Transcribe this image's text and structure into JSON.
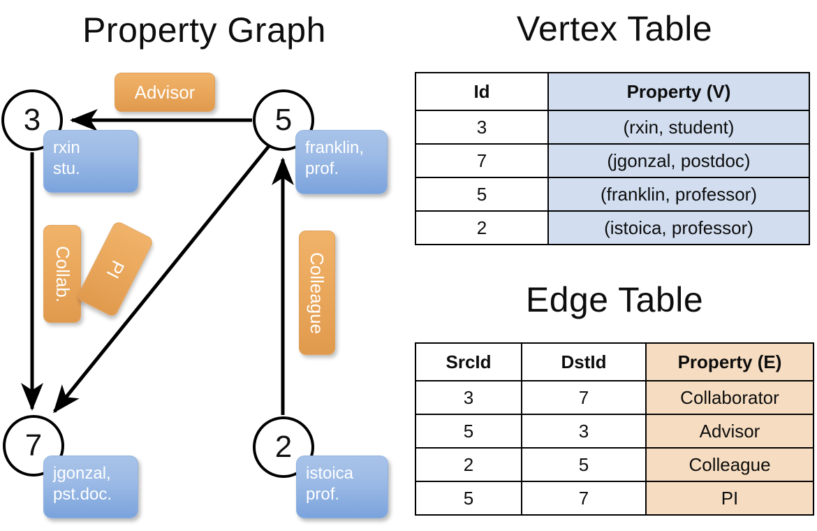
{
  "titles": {
    "property_graph": "Property Graph",
    "vertex_table": "Vertex Table",
    "edge_table": "Edge Table"
  },
  "graph": {
    "nodes": [
      {
        "id": "3",
        "label": "3",
        "property_line1": "rxin",
        "property_line2": "stu."
      },
      {
        "id": "5",
        "label": "5",
        "property_line1": "franklin,",
        "property_line2": "prof."
      },
      {
        "id": "7",
        "label": "7",
        "property_line1": "jgonzal,",
        "property_line2": "pst.doc."
      },
      {
        "id": "2",
        "label": "2",
        "property_line1": "istoica",
        "property_line2": "prof."
      }
    ],
    "edge_labels": [
      {
        "name": "advisor",
        "text": "Advisor",
        "orientation": "horizontal"
      },
      {
        "name": "collab",
        "text": "Collab.",
        "orientation": "vertical"
      },
      {
        "name": "pi",
        "text": "PI",
        "orientation": "diagonal"
      },
      {
        "name": "colleague",
        "text": "Colleague",
        "orientation": "vertical"
      }
    ]
  },
  "vertex_table": {
    "headers": [
      "Id",
      "Property (V)"
    ],
    "rows": [
      {
        "id": "3",
        "property": "(rxin, student)"
      },
      {
        "id": "7",
        "property": "(jgonzal, postdoc)"
      },
      {
        "id": "5",
        "property": "(franklin, professor)"
      },
      {
        "id": "2",
        "property": "(istoica, professor)"
      }
    ]
  },
  "edge_table": {
    "headers": [
      "SrcId",
      "DstId",
      "Property (E)"
    ],
    "rows": [
      {
        "src": "3",
        "dst": "7",
        "property": "Collaborator"
      },
      {
        "src": "5",
        "dst": "3",
        "property": "Advisor"
      },
      {
        "src": "2",
        "dst": "5",
        "property": "Colleague"
      },
      {
        "src": "5",
        "dst": "7",
        "property": "PI"
      }
    ]
  },
  "colors": {
    "background": "#ffffff",
    "vertex_property_box": "#9dbbe6",
    "edge_label_box": "#eaa85c",
    "vertex_table_fill": "#d2def0",
    "edge_table_fill": "#f6ddc1",
    "stroke": "#000000"
  }
}
